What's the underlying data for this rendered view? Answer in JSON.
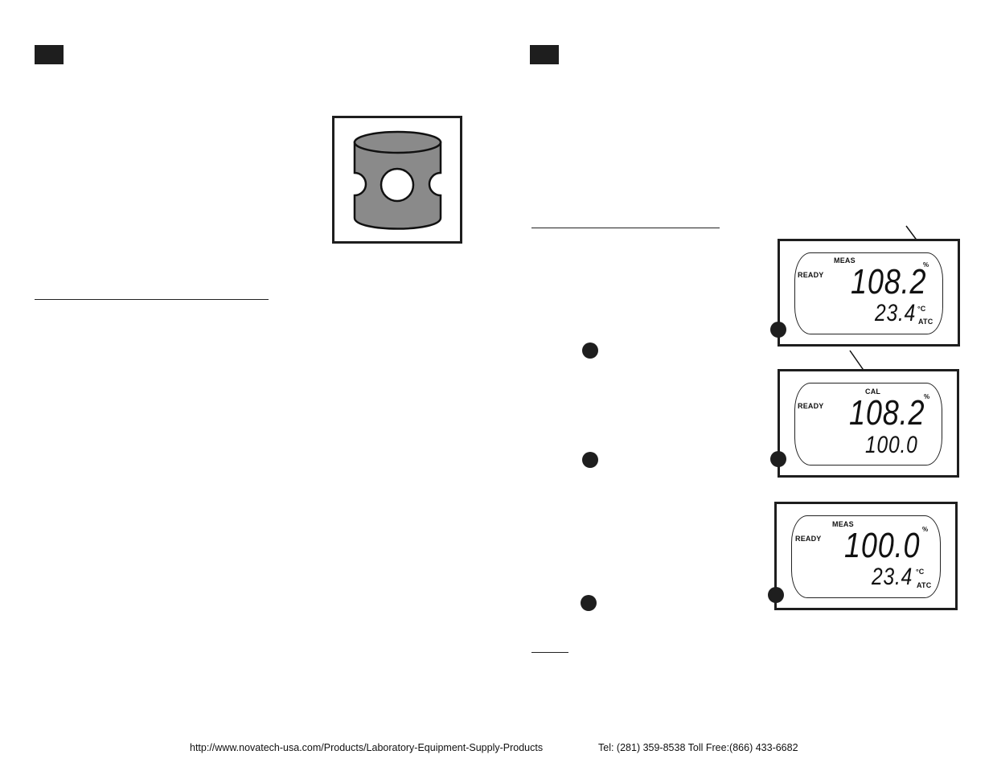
{
  "meter_panels": [
    {
      "ready": "READY",
      "mode": "MEAS",
      "main_value": "108.2",
      "unit": "%",
      "temp_value": "23.4",
      "temp_unit": "°C",
      "atc": "ATC"
    },
    {
      "ready": "READY",
      "mode": "CAL",
      "main_value": "108.2",
      "unit": "%",
      "secondary_value": "100.0"
    },
    {
      "ready": "READY",
      "mode": "MEAS",
      "main_value": "100.0",
      "unit": "%",
      "temp_value": "23.4",
      "temp_unit": "°C",
      "atc": "ATC"
    }
  ],
  "footer": {
    "url": "http://www.novatech-usa.com/Products/Laboratory-Equipment-Supply-Products",
    "phone": "Tel: (281) 359-8538  Toll Free:(866) 433-6682"
  },
  "colors": {
    "tab": "#1e1e1e",
    "sleeve_fill": "#8a8a8a",
    "bullet": "#1e1e1e"
  }
}
